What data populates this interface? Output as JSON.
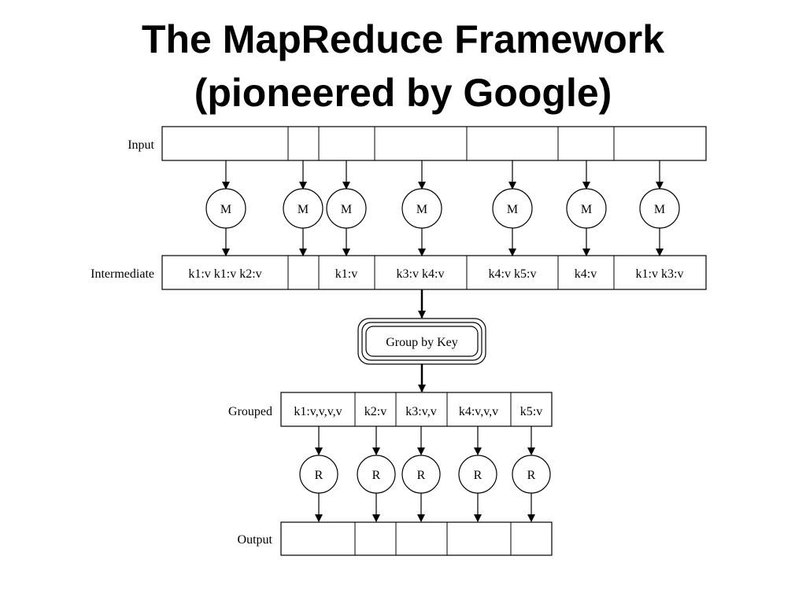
{
  "title": {
    "line1": "The MapReduce Framework",
    "line2": "(pioneered by Google)"
  },
  "rows": {
    "input": {
      "label": "Input",
      "cells": [
        "",
        "",
        "",
        "",
        "",
        "",
        ""
      ]
    },
    "intermediate": {
      "label": "Intermediate",
      "cells": [
        "k1:v k1:v k2:v",
        "",
        "k1:v",
        "k3:v k4:v",
        "k4:v k5:v",
        "k4:v",
        "k1:v k3:v"
      ]
    },
    "grouped": {
      "label": "Grouped",
      "cells": [
        "k1:v,v,v,v",
        "k2:v",
        "k3:v,v",
        "k4:v,v,v",
        "k5:v"
      ]
    },
    "output": {
      "label": "Output",
      "cells": [
        "",
        "",
        "",
        "",
        ""
      ]
    }
  },
  "map_nodes": [
    "M",
    "M",
    "M",
    "M",
    "M",
    "M",
    "M"
  ],
  "reduce_nodes": [
    "R",
    "R",
    "R",
    "R",
    "R"
  ],
  "group_box": "Group by Key",
  "colors": {
    "stroke": "#000000",
    "background": "#ffffff",
    "text": "#000000"
  }
}
